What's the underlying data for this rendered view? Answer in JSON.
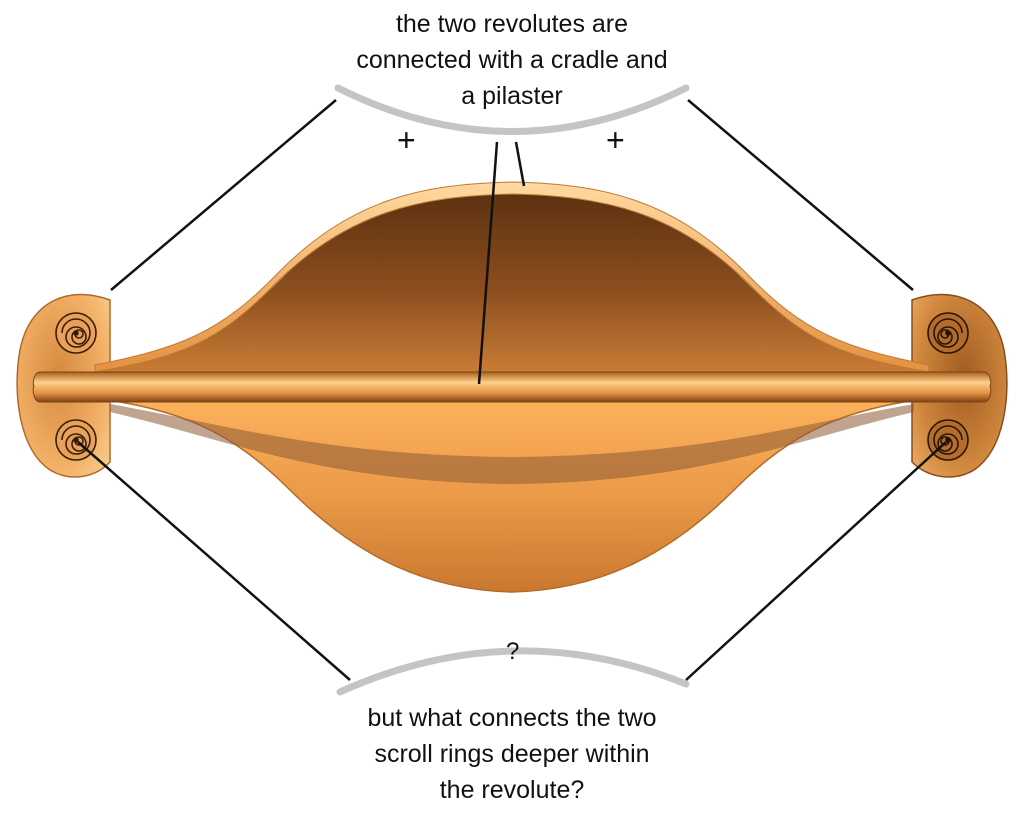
{
  "top_caption": {
    "line1": "the two revolutes are",
    "line2": "connected with a cradle and",
    "line3": "a pilaster"
  },
  "bottom_caption": {
    "line1": "but what connects the two",
    "line2": "scroll rings deeper within",
    "line3": "the revolute?"
  },
  "marks": {
    "plus_left": "+",
    "plus_right": "+",
    "question": "?"
  },
  "colors": {
    "bronze_light": "#fbc27a",
    "bronze_mid": "#e49a4a",
    "bronze_dark": "#6a3a16",
    "arc_gray": "#c4c4c4",
    "leader_line": "#111111"
  }
}
